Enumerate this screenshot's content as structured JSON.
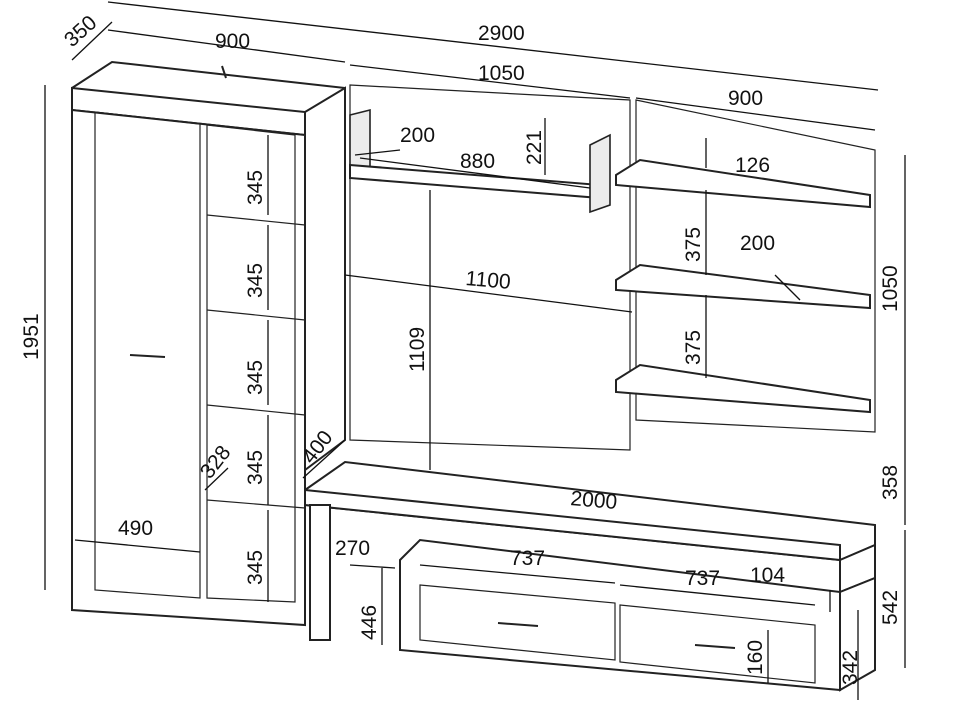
{
  "title": "Furniture wall unit dimensions",
  "units": "mm",
  "dimensions": {
    "depth_top": "350",
    "wardrobe_width": "900",
    "total_width": "2900",
    "wall_panel_width": "1050",
    "shelf_unit_width": "900",
    "top_shelf_depth": "200",
    "top_shelf_width": "880",
    "top_shelf_height": "221",
    "right_top_gap": "126",
    "right_shelf_gap_1": "375",
    "right_shelf_depth": "200",
    "right_shelf_gap_2": "375",
    "wall_span": "1100",
    "right_unit_height": "1050",
    "total_height": "1951",
    "cabinet_shelf_1": "345",
    "cabinet_shelf_2": "345",
    "cabinet_shelf_3": "345",
    "cabinet_shelf_4": "345",
    "cabinet_shelf_5": "345",
    "wall_height": "1109",
    "cabinet_depth": "328",
    "tv_depth": "400",
    "wardrobe_door": "490",
    "tv_width": "2000",
    "tv_side_width": "270",
    "niche_1": "737",
    "niche_2": "737",
    "niche_height": "104",
    "tv_side_height": "446",
    "drawer_height": "160",
    "tv_base_height": "342",
    "gap_height": "358",
    "tv_height": "542"
  }
}
